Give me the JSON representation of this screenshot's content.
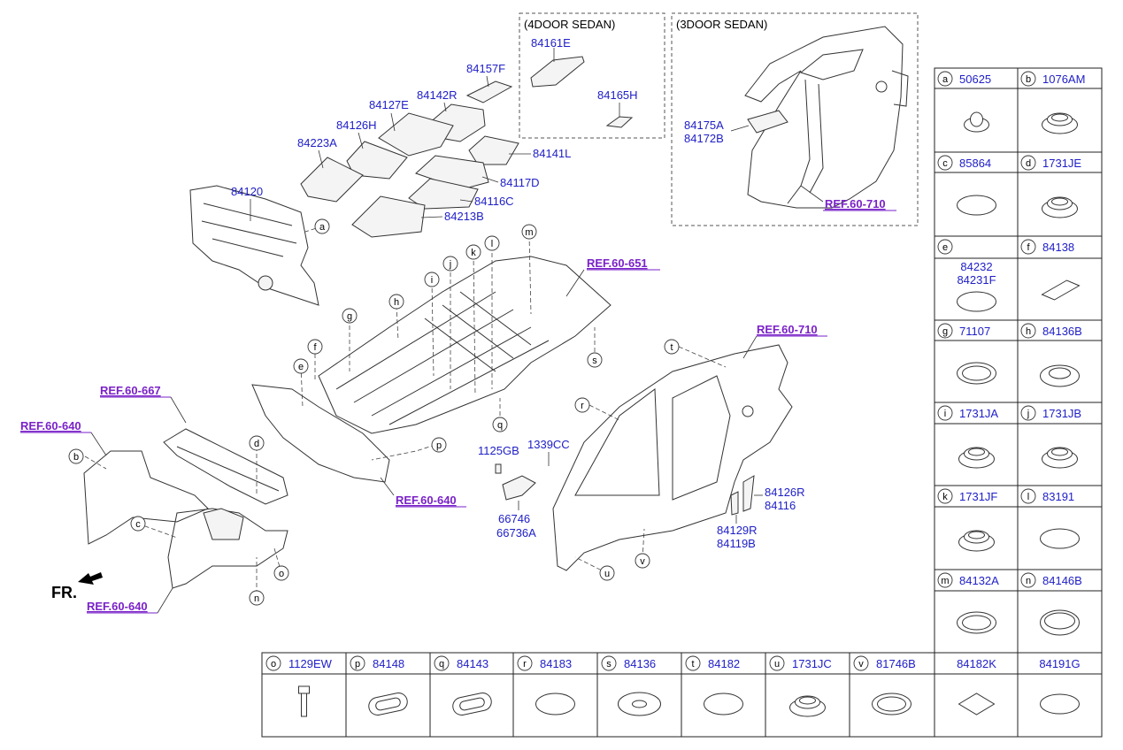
{
  "sections": {
    "four_door_label": "(4DOOR SEDAN)",
    "three_door_label": "(3DOOR SEDAN)"
  },
  "direction_label": "FR.",
  "refs": {
    "ref_651": "REF.60-651",
    "ref_710_top": "REF.60-710",
    "ref_710_mid": "REF.60-710",
    "ref_667": "REF.60-667",
    "ref_640_left": "REF.60-640",
    "ref_640_mid": "REF.60-640",
    "ref_640_bottom": "REF.60-640"
  },
  "diagram_parts": {
    "p84161E": "84161E",
    "p84165H": "84165H",
    "p84157F": "84157F",
    "p84142R": "84142R",
    "p84127E": "84127E",
    "p84126H": "84126H",
    "p84223A": "84223A",
    "p84141L": "84141L",
    "p84117D": "84117D",
    "p84116C": "84116C",
    "p84213B": "84213B",
    "p84120": "84120",
    "p84175A": "84175A",
    "p84172B": "84172B",
    "p1125GB": "1125GB",
    "p1339CC": "1339CC",
    "p66746": "66746",
    "p66736A": "66736A",
    "p84126R": "84126R",
    "p84116": "84116",
    "p84129R": "84129R",
    "p84119B": "84119B"
  },
  "callouts": [
    "a",
    "b",
    "c",
    "d",
    "e",
    "f",
    "g",
    "h",
    "i",
    "j",
    "k",
    "l",
    "m",
    "n",
    "o",
    "p",
    "q",
    "r",
    "s",
    "t",
    "u",
    "v"
  ],
  "legend_side": [
    {
      "letter": "a",
      "part": "50625"
    },
    {
      "letter": "b",
      "part": "1076AM"
    },
    {
      "letter": "c",
      "part": "85864"
    },
    {
      "letter": "d",
      "part": "1731JE"
    },
    {
      "letter": "e",
      "part": "",
      "part2a": "84232",
      "part2b": "84231F"
    },
    {
      "letter": "f",
      "part": "84138"
    },
    {
      "letter": "g",
      "part": "71107"
    },
    {
      "letter": "h",
      "part": "84136B"
    },
    {
      "letter": "i",
      "part": "1731JA"
    },
    {
      "letter": "j",
      "part": "1731JB"
    },
    {
      "letter": "k",
      "part": "1731JF"
    },
    {
      "letter": "l",
      "part": "83191"
    },
    {
      "letter": "m",
      "part": "84132A"
    },
    {
      "letter": "n",
      "part": "84146B"
    }
  ],
  "legend_bottom": [
    {
      "letter": "o",
      "part": "1129EW"
    },
    {
      "letter": "p",
      "part": "84148"
    },
    {
      "letter": "q",
      "part": "84143"
    },
    {
      "letter": "r",
      "part": "84183"
    },
    {
      "letter": "s",
      "part": "84136"
    },
    {
      "letter": "t",
      "part": "84182"
    },
    {
      "letter": "u",
      "part": "1731JC"
    },
    {
      "letter": "v",
      "part": "81746B"
    },
    {
      "letter": "",
      "part": "84182K"
    },
    {
      "letter": "",
      "part": "84191G"
    }
  ]
}
